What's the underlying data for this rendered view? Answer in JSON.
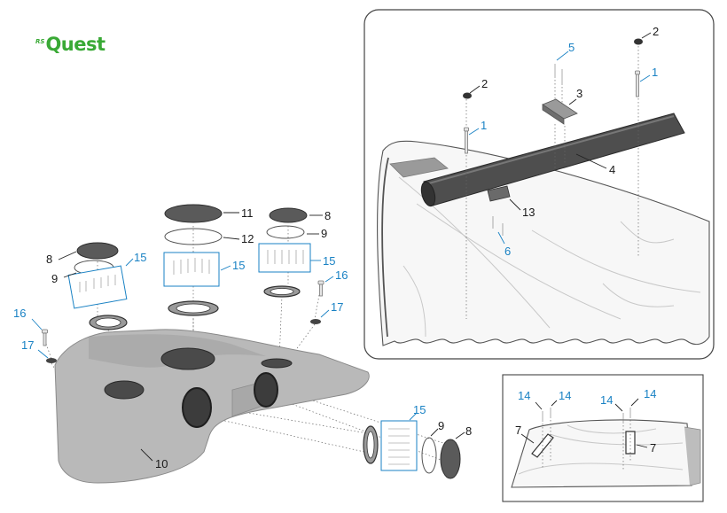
{
  "logo": {
    "prefix": "RS",
    "wordmark": "Quest"
  },
  "colors": {
    "brand_green": "#39a935",
    "callout_blue": "#1a82c4",
    "callout_black": "#1a1a1a",
    "hull_grey": "#b9b9b9"
  },
  "main_view": {
    "labels": {
      "l8a": "8",
      "l9a": "9",
      "l15a": "15",
      "l11": "11",
      "l12": "12",
      "l15b": "15",
      "l8b": "8",
      "l9b": "9",
      "l15c": "15",
      "l16a": "16",
      "l17a": "17",
      "l16b": "16",
      "l17b": "17",
      "l10": "10",
      "l15d": "15",
      "l9c": "9",
      "l8c": "8"
    }
  },
  "beam_view": {
    "labels": {
      "l2a": "2",
      "l2b": "2",
      "l1a": "1",
      "l1b": "1",
      "l5": "5",
      "l3": "3",
      "l4": "4",
      "l13": "13",
      "l6": "6"
    }
  },
  "strap_view": {
    "labels": {
      "l14a": "14",
      "l14b": "14",
      "l14c": "14",
      "l14d": "14",
      "l7a": "7",
      "l7b": "7"
    }
  }
}
